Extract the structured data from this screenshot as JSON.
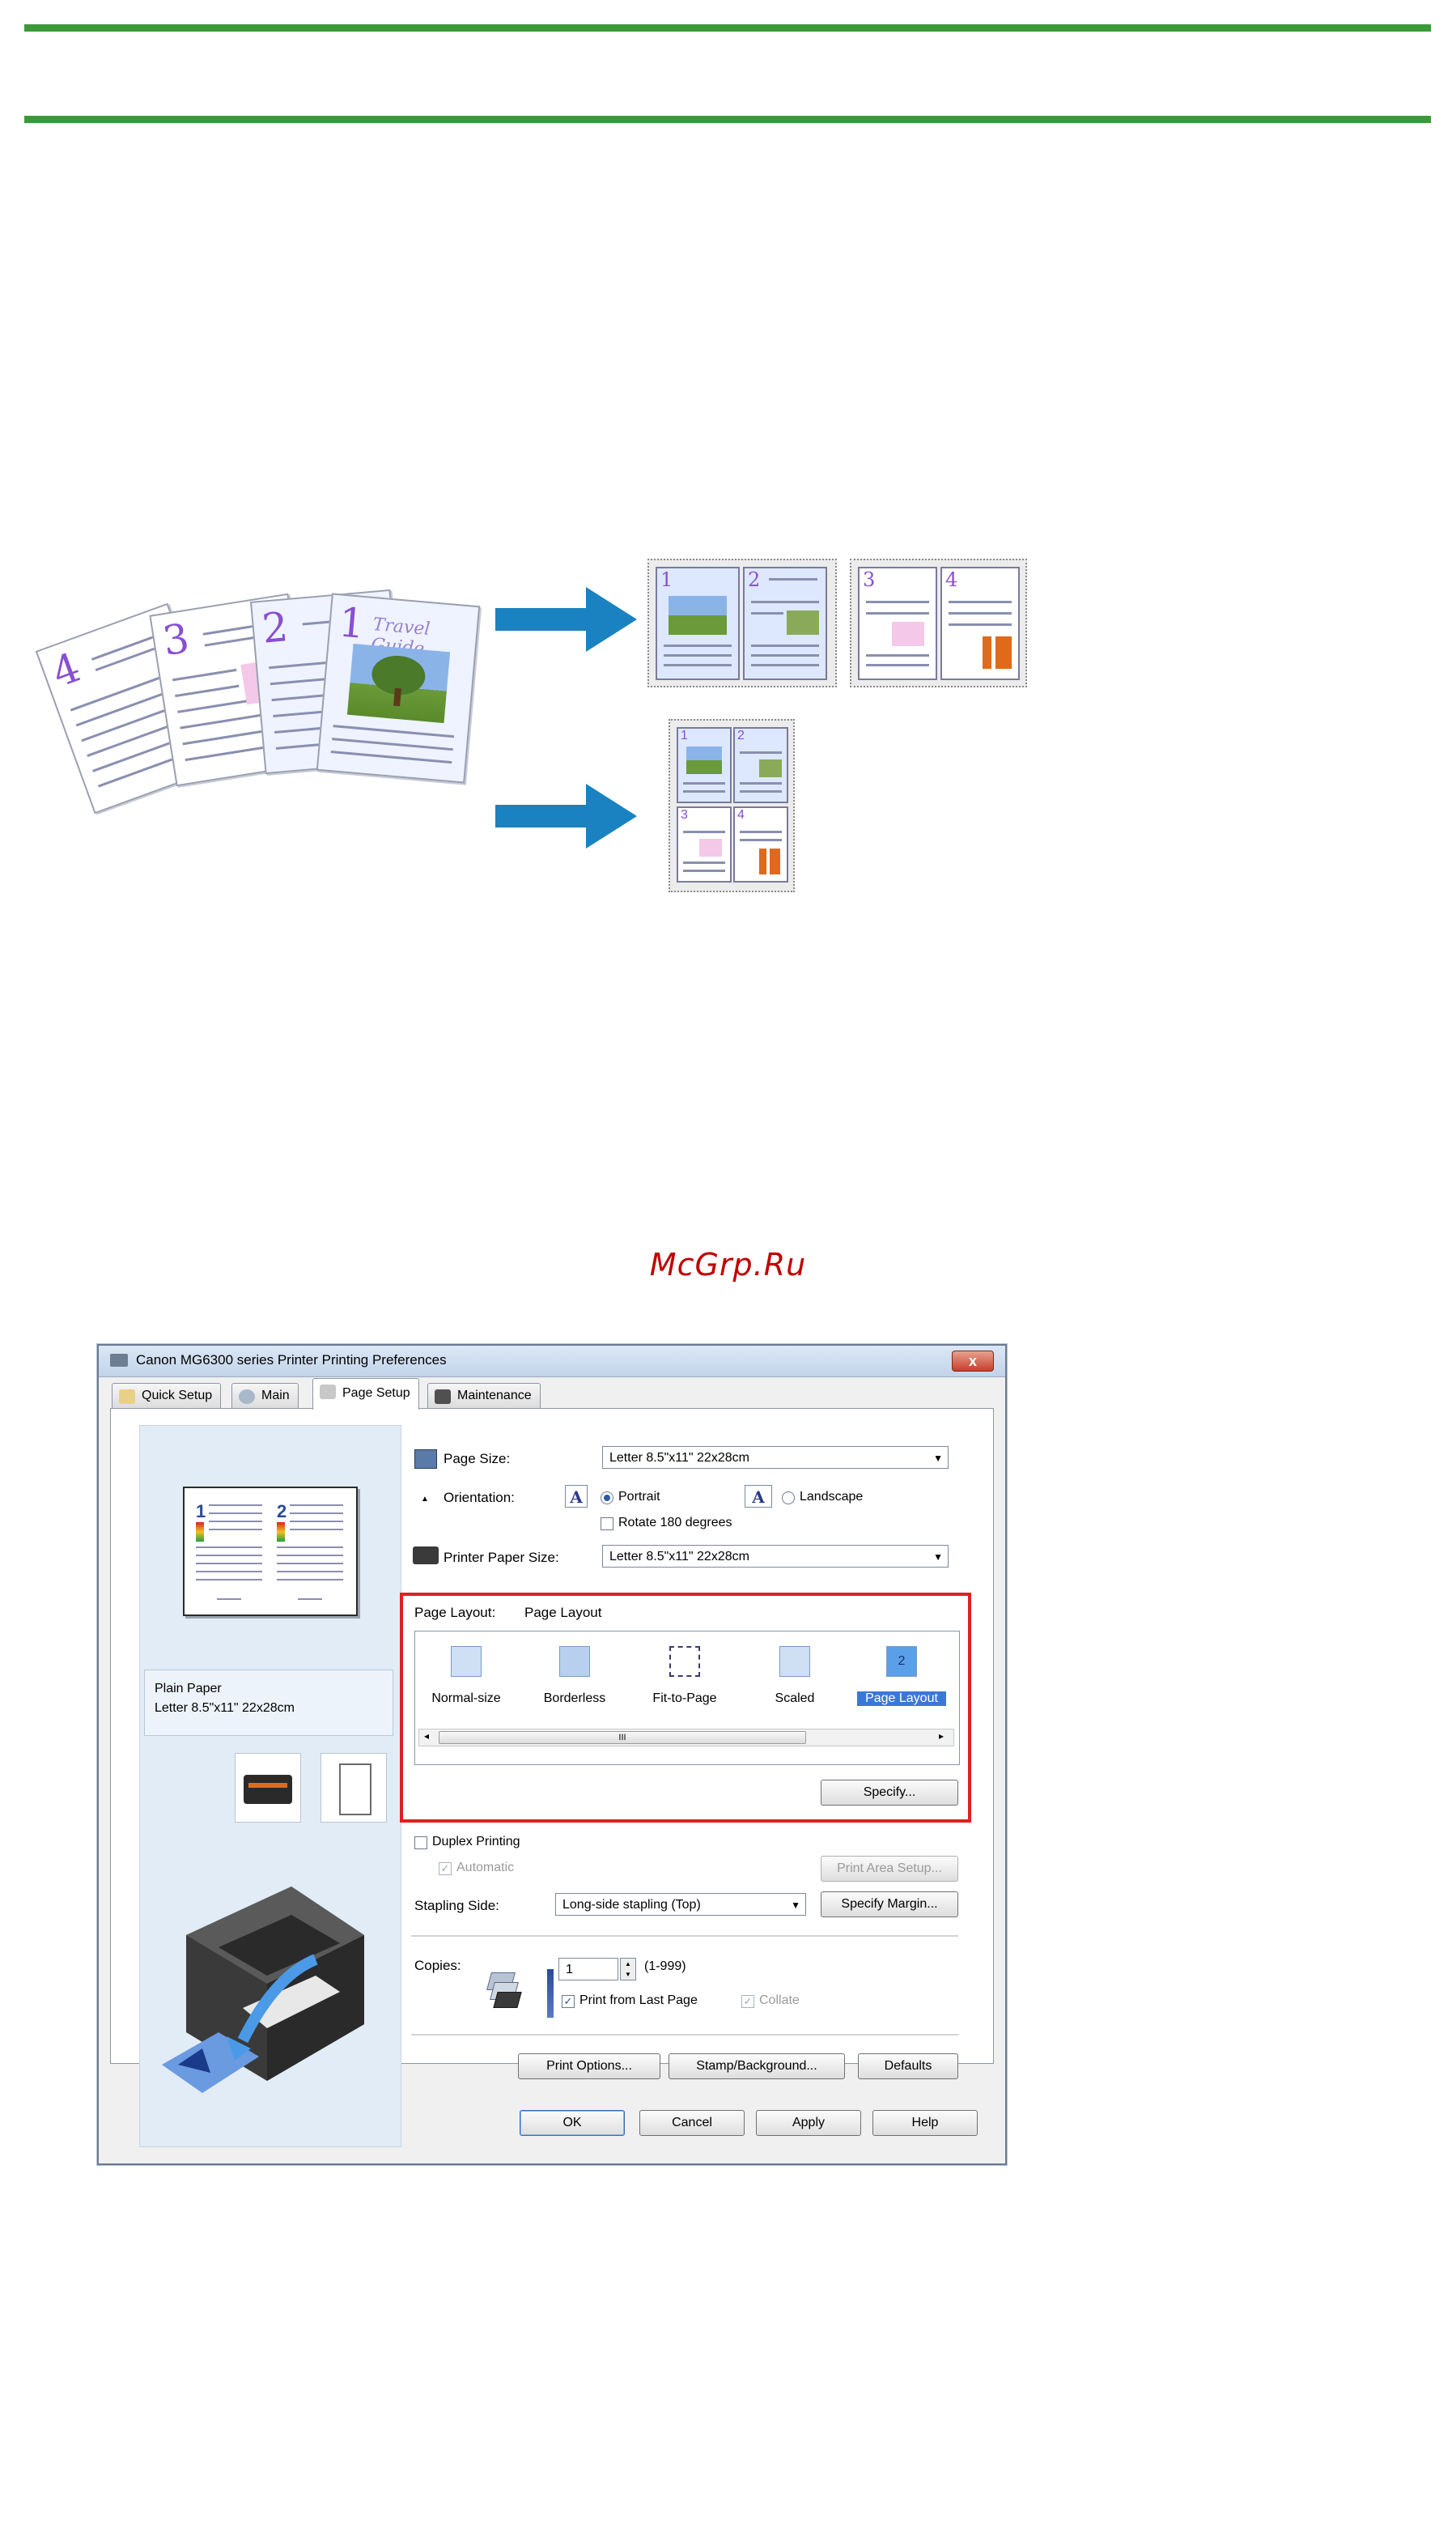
{
  "colors": {
    "rule": "#3a9a3a",
    "watermark": "#c00000",
    "highlight": "#e02020",
    "selection": "#3a78d8"
  },
  "illustration": {
    "stack_numbers": [
      "4",
      "3",
      "2",
      "1"
    ],
    "stack_title": "Travel Guide",
    "thumb_numbers_top_left": [
      "1",
      "2"
    ],
    "thumb_numbers_top_right": [
      "3",
      "4"
    ],
    "thumb_numbers_bottom": [
      "1",
      "2",
      "3",
      "4"
    ]
  },
  "watermark": "McGrp.Ru",
  "dialog": {
    "title": "Canon MG6300 series Printer Printing Preferences",
    "close": "x",
    "tabs": [
      {
        "label": "Quick Setup",
        "icon": "quick-setup-icon"
      },
      {
        "label": "Main",
        "icon": "main-icon"
      },
      {
        "label": "Page Setup",
        "icon": "page-setup-icon"
      },
      {
        "label": "Maintenance",
        "icon": "maintenance-icon"
      }
    ],
    "preview": {
      "page_numbers": [
        "1",
        "2"
      ],
      "media_type": "Plain Paper",
      "media_size": "Letter 8.5\"x11\" 22x28cm"
    },
    "page_size": {
      "label": "Page Size:",
      "value": "Letter 8.5\"x11\" 22x28cm"
    },
    "orientation": {
      "label": "Orientation:",
      "portrait": "Portrait",
      "landscape": "Landscape",
      "selected": "Portrait",
      "a_glyph": "A"
    },
    "rotate_180": {
      "label": "Rotate 180 degrees",
      "checked": false
    },
    "printer_paper_size": {
      "label": "Printer Paper Size:",
      "value": "Letter 8.5\"x11\" 22x28cm"
    },
    "page_layout": {
      "label": "Page Layout:",
      "value": "Page Layout",
      "options": [
        "Normal-size",
        "Borderless",
        "Fit-to-Page",
        "Scaled",
        "Page Layout"
      ],
      "selected": "Page Layout",
      "selected_icon_text": "2",
      "scroll_grip": "III",
      "specify_button": "Specify..."
    },
    "duplex": {
      "label": "Duplex Printing",
      "checked": false,
      "automatic": "Automatic",
      "automatic_checked": true
    },
    "print_area_setup": "Print Area Setup...",
    "stapling": {
      "label": "Stapling Side:",
      "value": "Long-side stapling (Top)",
      "margin_button": "Specify Margin..."
    },
    "copies": {
      "label": "Copies:",
      "value": "1",
      "range": "(1-999)"
    },
    "print_from_last_page": {
      "label": "Print from Last Page",
      "checked": true
    },
    "collate": {
      "label": "Collate",
      "checked": true
    },
    "buttons_row1": [
      "Print Options...",
      "Stamp/Background...",
      "Defaults"
    ],
    "buttons_row2": [
      "OK",
      "Cancel",
      "Apply",
      "Help"
    ]
  }
}
